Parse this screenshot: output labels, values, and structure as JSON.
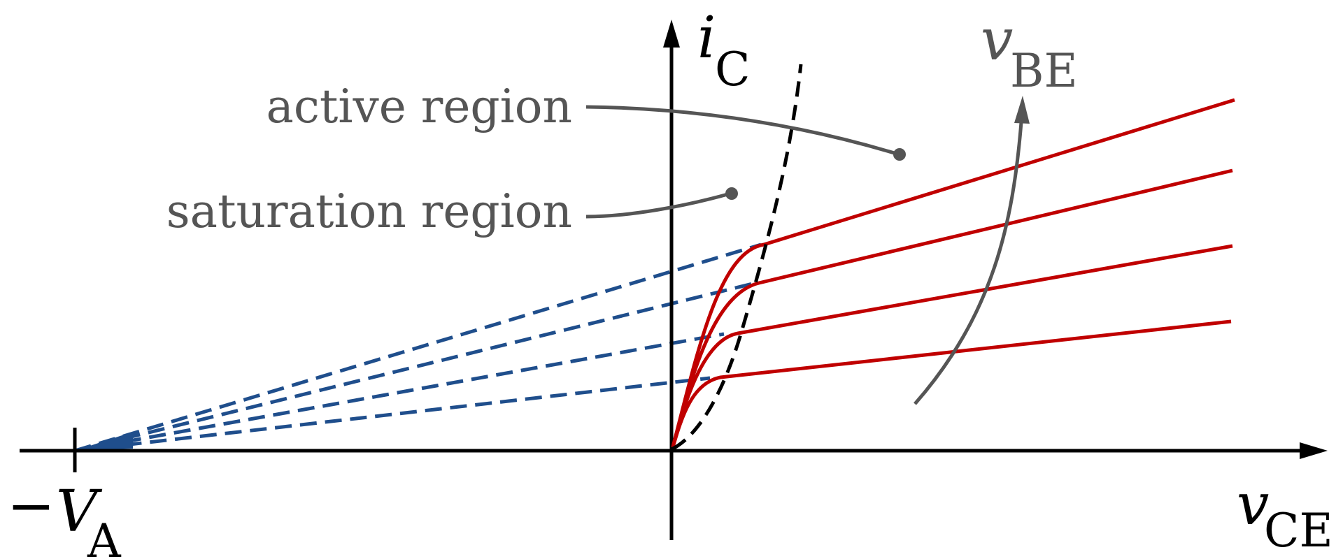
{
  "labels": {
    "y_axis_main": "i",
    "y_axis_sub": "C",
    "x_axis_main": "v",
    "x_axis_sub": "CE",
    "param_main": "v",
    "param_sub": "BE",
    "early_minus": "−",
    "early_main": "V",
    "early_sub": "A",
    "active_region": "active region",
    "saturation_region": "saturation region"
  },
  "colors": {
    "characteristic_curves": "#c00000",
    "early_extrapolation": "#1f4e8c",
    "saturation_boundary": "#000000",
    "annotations": "#555555",
    "axes": "#000000"
  },
  "curves": [
    {
      "id": "curve-1",
      "icon": "vbe-lowest"
    },
    {
      "id": "curve-2",
      "icon": "vbe-low"
    },
    {
      "id": "curve-3",
      "icon": "vbe-high"
    },
    {
      "id": "curve-4",
      "icon": "vbe-highest"
    }
  ]
}
